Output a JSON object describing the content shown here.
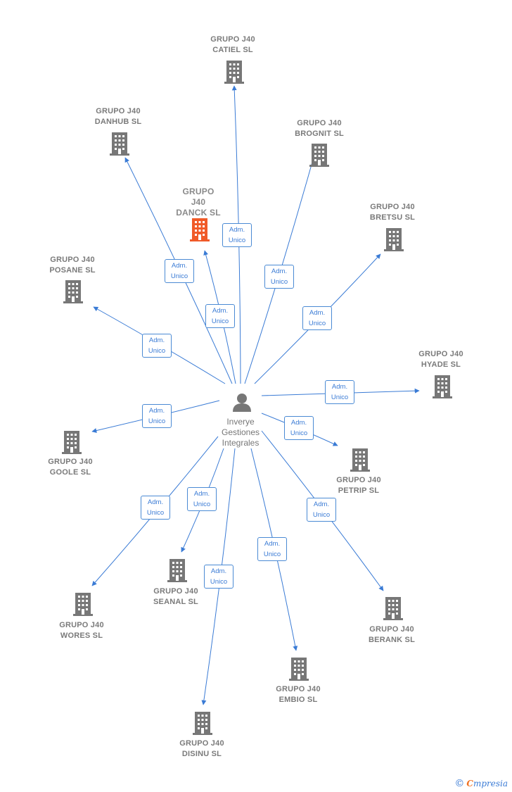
{
  "center": {
    "label": "Inverye\nGestiones\nIntegrales"
  },
  "edge_label": [
    "Adm.",
    "Unico"
  ],
  "nodes": [
    {
      "id": "catiel",
      "label": "GRUPO J40\nCATIEL  SL",
      "highlight": false
    },
    {
      "id": "danhub",
      "label": "GRUPO J40\nDANHUB  SL",
      "highlight": false
    },
    {
      "id": "brognit",
      "label": "GRUPO J40\nBROGNIT  SL",
      "highlight": false
    },
    {
      "id": "danck",
      "label": "GRUPO\nJ40\nDANCK  SL",
      "highlight": true
    },
    {
      "id": "bretsu",
      "label": "GRUPO J40\nBRETSU  SL",
      "highlight": false
    },
    {
      "id": "posane",
      "label": "GRUPO J40\nPOSANE  SL",
      "highlight": false
    },
    {
      "id": "hyade",
      "label": "GRUPO J40\nHYADE  SL",
      "highlight": false
    },
    {
      "id": "goole",
      "label": "GRUPO J40\nGOOLE  SL",
      "highlight": false
    },
    {
      "id": "petrip",
      "label": "GRUPO J40\nPETRIP  SL",
      "highlight": false
    },
    {
      "id": "seanal",
      "label": "GRUPO J40\nSEANAL  SL",
      "highlight": false
    },
    {
      "id": "wores",
      "label": "GRUPO J40\nWORES  SL",
      "highlight": false
    },
    {
      "id": "berank",
      "label": "GRUPO J40\nBERANK  SL",
      "highlight": false
    },
    {
      "id": "embio",
      "label": "GRUPO J40\nEMBIO  SL",
      "highlight": false
    },
    {
      "id": "disinu",
      "label": "GRUPO J40\nDISINU  SL",
      "highlight": false
    }
  ],
  "colors": {
    "edge": "#3a7bd5",
    "building": "#777777",
    "highlight": "#f05a28"
  },
  "watermark": {
    "symbol": "©",
    "brand_initial": "C",
    "brand_rest": "mpresia"
  }
}
